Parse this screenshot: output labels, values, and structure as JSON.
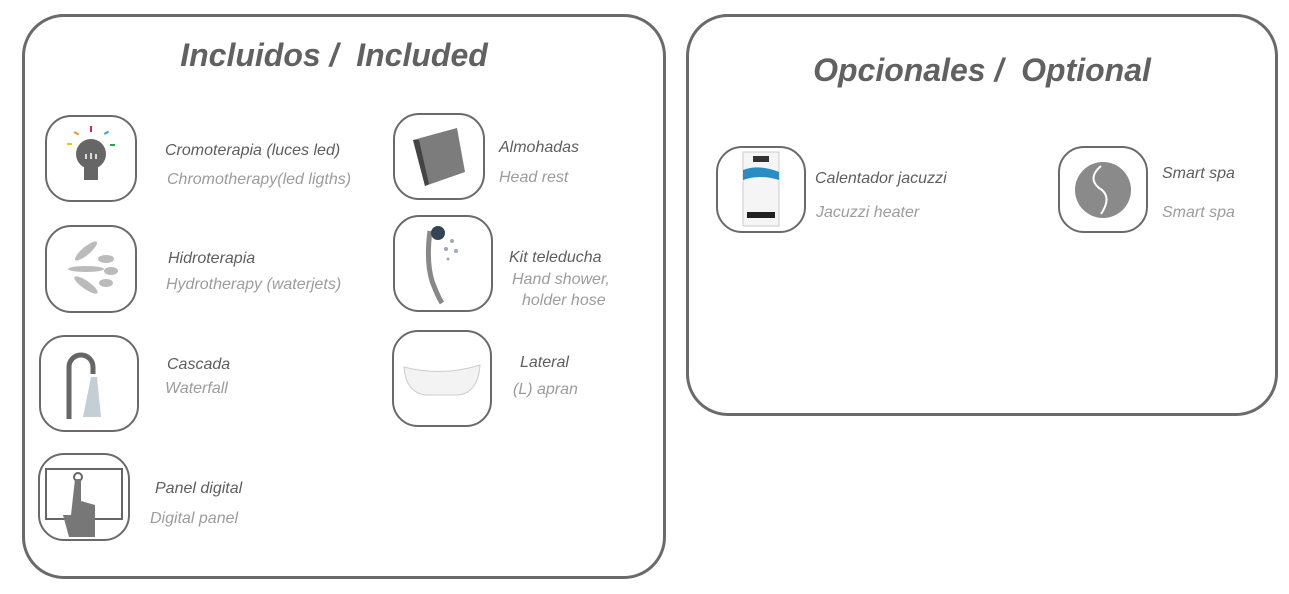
{
  "included": {
    "title": "Incluidos /  Included",
    "items": [
      {
        "name": "Cromoterapia (luces led)",
        "sub": "Chromotherapy(led ligths)",
        "icon": "light-bulb-icon"
      },
      {
        "name": "Hidroterapia",
        "sub": "Hydrotherapy (waterjets)",
        "icon": "water-jets-icon"
      },
      {
        "name": "Cascada",
        "sub": "Waterfall",
        "icon": "waterfall-icon"
      },
      {
        "name": "Panel digital",
        "sub": "Digital panel",
        "icon": "touch-panel-icon"
      },
      {
        "name": "Almohadas",
        "sub": "Head rest",
        "icon": "pillow-icon"
      },
      {
        "name": "Kit teleducha",
        "sub": "Hand shower,",
        "sub2": "holder hose",
        "icon": "hand-shower-icon"
      },
      {
        "name": "Lateral",
        "sub": "(L) apran",
        "icon": "tub-icon"
      }
    ]
  },
  "optional": {
    "title": "Opcionales /  Optional",
    "items": [
      {
        "name": "Calentador jacuzzi",
        "sub": "Jacuzzi heater",
        "icon": "heater-icon"
      },
      {
        "name": "Smart spa",
        "sub": "Smart spa",
        "icon": "smart-spa-icon"
      }
    ]
  },
  "colors": {
    "border": "#6a6a6a",
    "title": "#616161",
    "sub": "#9c9c9c"
  }
}
